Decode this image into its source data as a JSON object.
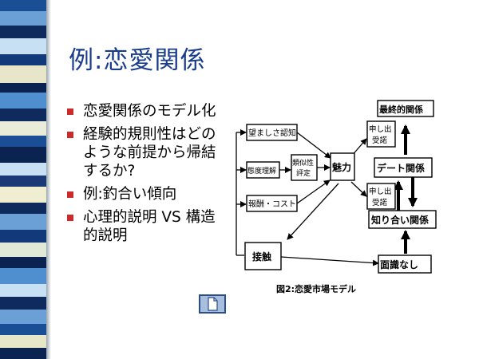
{
  "slide": {
    "title": "例:恋愛関係",
    "bullets": [
      "恋愛関係のモデル化",
      "経験的規則性はどのような前提から帰結するか?",
      "例:釣合い傾向",
      "心理的説明 VS 構造的説明"
    ]
  },
  "diagram": {
    "caption": "図2:恋愛市場モデル",
    "nodes": {
      "nozomashisa": "望ましさ認知",
      "taido": "態度理解",
      "ruiji1": "類似性",
      "ruiji2": "評定",
      "housyu": "報酬・コスト",
      "miryoku": "魅力",
      "sesshoku": "接触",
      "saishu": "最終的関係",
      "date": "デート関係",
      "shiriai": "知り合い関係",
      "menshiki": "面識なし",
      "moushide_top_1": "申し出",
      "moushide_top_2": "受諾",
      "moushide_mid_1": "申し出",
      "moushide_mid_2": "受諾"
    }
  },
  "colors": {
    "title": "#1a3c8c",
    "bullet_marker": "#cc2a2a",
    "button_fill": "#a7bfdc"
  },
  "icons": {
    "doc_button": "document-icon"
  }
}
